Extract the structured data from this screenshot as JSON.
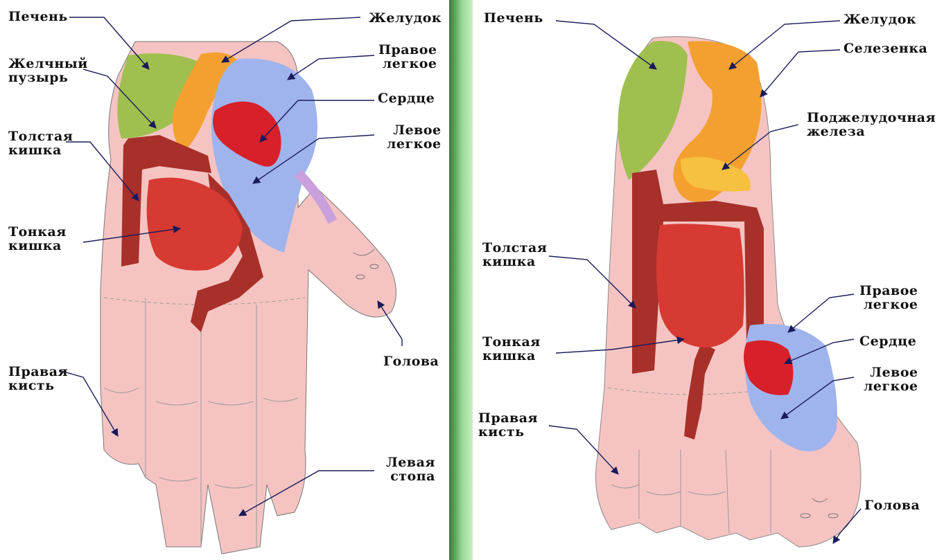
{
  "left_panel": {
    "labels": {
      "liver": "Печень",
      "gallbladder": "Желчный\nпузырь",
      "colon": "Толстая\nкишка",
      "small_intestine": "Тонкая\nкишка",
      "right_hand": "Правая\nкисть",
      "stomach": "Желудок",
      "right_lung": "Правое\nлегкое",
      "heart": "Сердце",
      "left_lung": "Левое\nлегкое",
      "head": "Голова",
      "left_foot": "Левая\nстопа"
    }
  },
  "right_panel": {
    "labels": {
      "liver": "Печень",
      "stomach": "Желудок",
      "spleen": "Селезенка",
      "pancreas": "Поджелудочная\nжелеза",
      "colon": "Толстая\nкишка",
      "small_intestine": "Тонкая\nкишка",
      "right_hand": "Правая\nкисть",
      "right_lung": "Правое\nлегкое",
      "heart": "Сердце",
      "left_lung": "Левое\nлегкое",
      "head": "Голова"
    }
  },
  "colors": {
    "skin": "#f4c0c0",
    "liver": "#9fbf4f",
    "stomach": "#f4a030",
    "lung": "#9fb4ec",
    "heart": "#d8202a",
    "colon": "#a8302a",
    "small_intestine": "#d63a32",
    "divider": "#7dc27d"
  }
}
